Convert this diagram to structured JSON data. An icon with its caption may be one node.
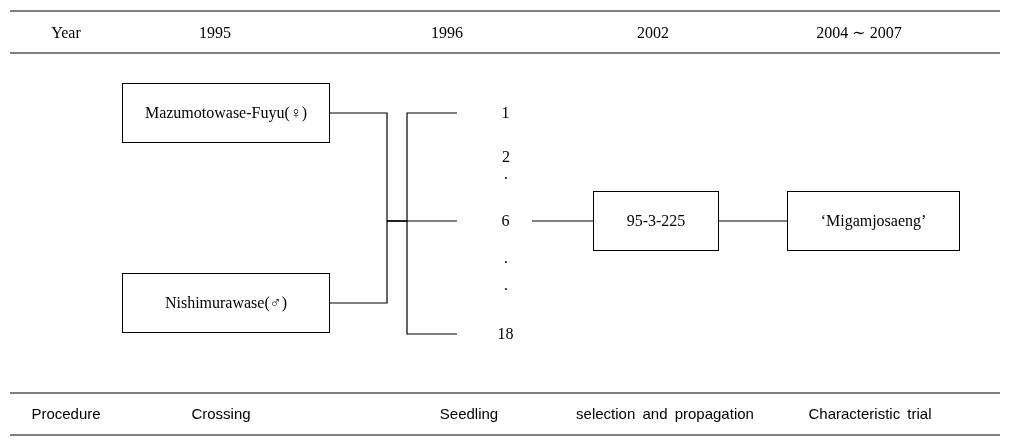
{
  "diagram": {
    "nodes": [
      {
        "text": [
          "Mazumotowase-Fuyu(♀)"
        ]
      },
      {
        "text": [
          "Nishimurawase(♂)"
        ]
      },
      {
        "text": [
          "1"
        ]
      },
      {
        "text": [
          "6"
        ]
      },
      {
        "text": [
          "18"
        ]
      },
      {
        "text": [
          "95-3-225"
        ]
      },
      {
        "text": [
          "‘Migamjosaeng’"
        ]
      }
    ],
    "edges": [
      {
        "from": 0,
        "to": 2,
        "arrow": "none"
      },
      {
        "from": 0,
        "to": 3,
        "arrow": "none"
      },
      {
        "from": 0,
        "to": 4,
        "arrow": "none"
      },
      {
        "from": 1,
        "to": 2,
        "arrow": "none"
      },
      {
        "from": 1,
        "to": 3,
        "arrow": "none"
      },
      {
        "from": 1,
        "to": 4,
        "arrow": "none"
      },
      {
        "from": 3,
        "to": 5,
        "arrow": "none"
      },
      {
        "from": 5,
        "to": 6,
        "arrow": "none"
      }
    ],
    "labels": [
      "Year",
      "1995",
      "1996",
      "2002",
      "2004 ∼ 2007",
      "2",
      "·",
      "·",
      "·",
      "Procedure",
      "Crossing",
      "Seedling",
      "selection and propagation",
      "Characteristic trial"
    ]
  }
}
